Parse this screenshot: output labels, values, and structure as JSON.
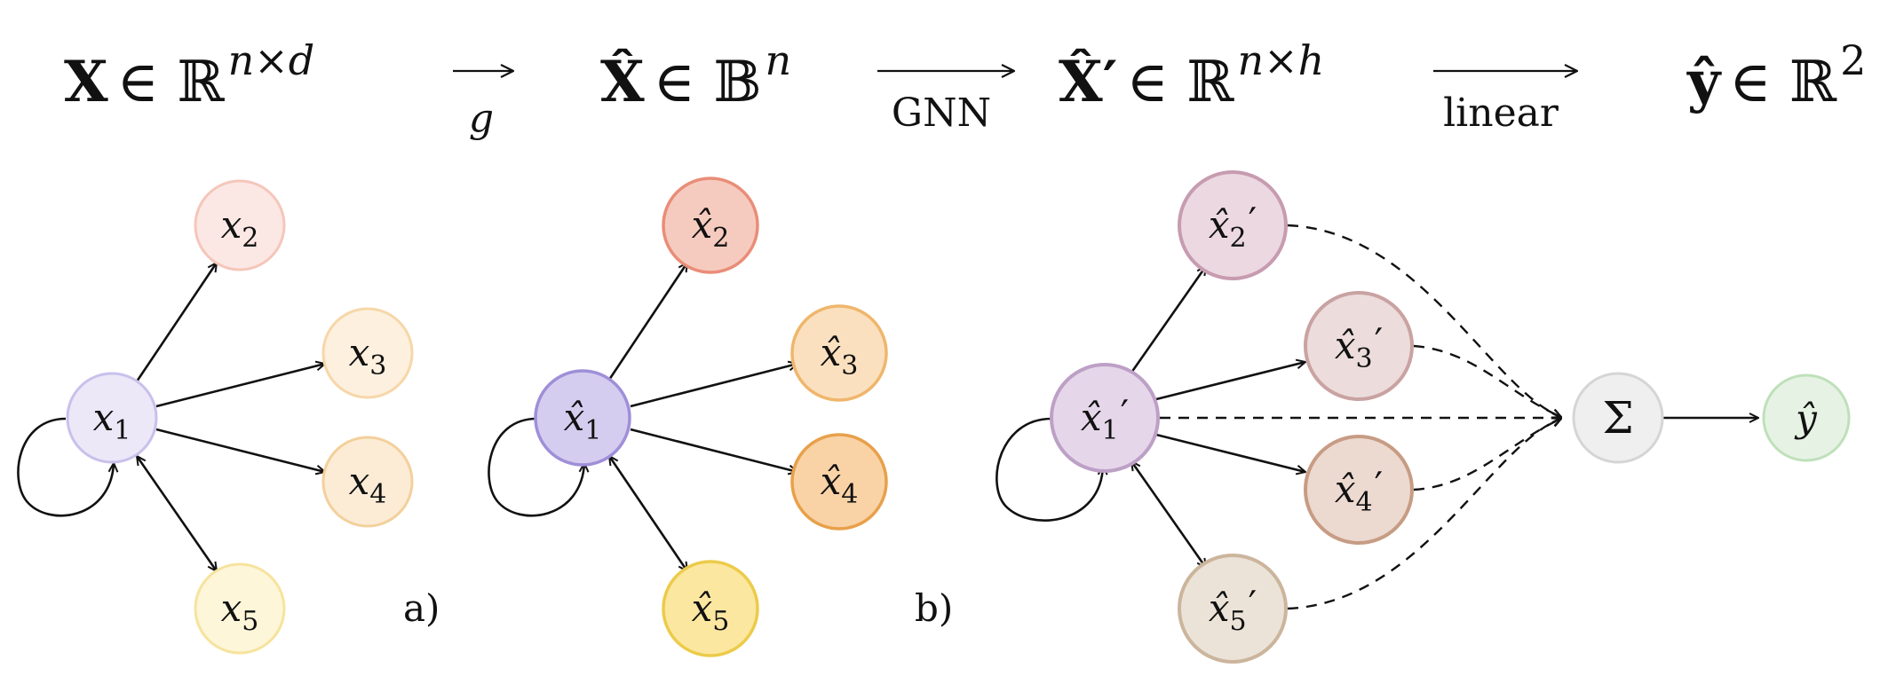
{
  "header": {
    "terms": [
      {
        "bold": "X",
        "set": "∈ ℝ",
        "sup": "n×d"
      },
      {
        "bold": "X̂",
        "set": "∈ 𝔹",
        "sup": "n"
      },
      {
        "bold": "X̂′",
        "set": "∈ ℝ",
        "sup": "n×h"
      },
      {
        "bold": "ŷ",
        "set": "∈ ℝ",
        "sup": "2"
      }
    ],
    "arrows": [
      {
        "label": "g"
      },
      {
        "label": "GNN"
      },
      {
        "label": "linear"
      }
    ]
  },
  "panels": {
    "a": {
      "label": "a)",
      "nodes": [
        {
          "base": "x",
          "sub": "1",
          "fill": "#ece8f7",
          "stroke": "#c9c0ec"
        },
        {
          "base": "x",
          "sub": "2",
          "fill": "#fbe8e4",
          "stroke": "#f5c6bb"
        },
        {
          "base": "x",
          "sub": "3",
          "fill": "#fdf0de",
          "stroke": "#f6d7a9"
        },
        {
          "base": "x",
          "sub": "4",
          "fill": "#fcecd6",
          "stroke": "#f3d09b"
        },
        {
          "base": "x",
          "sub": "5",
          "fill": "#fdf6d9",
          "stroke": "#f6e39d"
        }
      ]
    },
    "b": {
      "label": "b)",
      "nodes": [
        {
          "base": "x̂",
          "sub": "1",
          "fill": "#d4cdef",
          "stroke": "#9f8fd8"
        },
        {
          "base": "x̂",
          "sub": "2",
          "fill": "#f6cbbf",
          "stroke": "#e98d78"
        },
        {
          "base": "x̂",
          "sub": "3",
          "fill": "#fbe0bf",
          "stroke": "#efb66c"
        },
        {
          "base": "x̂",
          "sub": "4",
          "fill": "#f9d3a6",
          "stroke": "#e8a04a"
        },
        {
          "base": "x̂",
          "sub": "5",
          "fill": "#fbe7a0",
          "stroke": "#eccb4a"
        }
      ]
    },
    "c": {
      "nodes": [
        {
          "base": "x̂",
          "sub": "1",
          "prime": "′",
          "fill": "#e6d6ea",
          "stroke": "#bda0c6"
        },
        {
          "base": "x̂",
          "sub": "2",
          "prime": "′",
          "fill": "#ecd8e0",
          "stroke": "#c79bb0"
        },
        {
          "base": "x̂",
          "sub": "3",
          "prime": "′",
          "fill": "#ecdcdc",
          "stroke": "#c9a2a2"
        },
        {
          "base": "x̂",
          "sub": "4",
          "prime": "′",
          "fill": "#ecd9d0",
          "stroke": "#c79c84"
        },
        {
          "base": "x̂",
          "sub": "5",
          "prime": "′",
          "fill": "#ece3d8",
          "stroke": "#cbb59c"
        }
      ],
      "sum": {
        "symbol": "Σ",
        "fill": "#efefef",
        "stroke": "#d5d5d5"
      },
      "output": {
        "symbol": "ŷ",
        "fill": "#e6f3e4",
        "stroke": "#bfe0ba"
      }
    }
  }
}
